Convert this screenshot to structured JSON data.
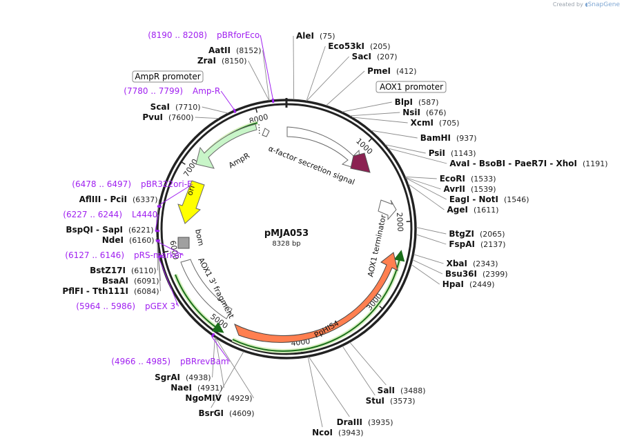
{
  "credit": {
    "prefix": "Created by",
    "brand": "SnapGene"
  },
  "map": {
    "name": "pMJA053",
    "length_label": "8328 bp",
    "total_bp": 8328,
    "tick_labels": [
      "1000",
      "2000",
      "3000",
      "4000",
      "5000",
      "6000",
      "7000",
      "8000"
    ]
  },
  "features": [
    {
      "label": "α-factor secretion signal"
    },
    {
      "label": "AOX1 terminator"
    },
    {
      "label": "PpHIS4"
    },
    {
      "label": "AOX1 3' fragment"
    },
    {
      "label": "bom"
    },
    {
      "label": "ori"
    },
    {
      "label": "AmpR"
    }
  ],
  "feature_boxes": [
    {
      "label": "AOX1 promoter"
    },
    {
      "label": "AmpR promoter"
    }
  ],
  "sites": [
    {
      "name": "AleI",
      "pos": "(75)"
    },
    {
      "name": "Eco53kI",
      "pos": "(205)"
    },
    {
      "name": "SacI",
      "pos": "(207)"
    },
    {
      "name": "PmeI",
      "pos": "(412)"
    },
    {
      "name": "BlpI",
      "pos": "(587)"
    },
    {
      "name": "NsiI",
      "pos": "(676)"
    },
    {
      "name": "XcmI",
      "pos": "(705)"
    },
    {
      "name": "BamHI",
      "pos": "(937)"
    },
    {
      "name": "PsiI",
      "pos": "(1143)"
    },
    {
      "name": "AvaI - BsoBI - PaeR7I - XhoI",
      "pos": "(1191)"
    },
    {
      "name": "EcoRI",
      "pos": "(1533)"
    },
    {
      "name": "AvrII",
      "pos": "(1539)"
    },
    {
      "name": "EagI - NotI",
      "pos": "(1546)"
    },
    {
      "name": "AgeI",
      "pos": "(1611)"
    },
    {
      "name": "BtgZI",
      "pos": "(2065)"
    },
    {
      "name": "FspAI",
      "pos": "(2137)"
    },
    {
      "name": "XbaI",
      "pos": "(2343)"
    },
    {
      "name": "Bsu36I",
      "pos": "(2399)"
    },
    {
      "name": "HpaI",
      "pos": "(2449)"
    },
    {
      "name": "SalI",
      "pos": "(3488)"
    },
    {
      "name": "StuI",
      "pos": "(3573)"
    },
    {
      "name": "DraIII",
      "pos": "(3935)"
    },
    {
      "name": "NcoI",
      "pos": "(3943)"
    },
    {
      "name": "BsrGI",
      "pos": "(4609)"
    },
    {
      "name": "NgoMIV",
      "pos": "(4929)"
    },
    {
      "name": "NaeI",
      "pos": "(4931)"
    },
    {
      "name": "SgrAI",
      "pos": "(4938)"
    },
    {
      "name": "PflFI - Tth111I",
      "pos": "(6084)"
    },
    {
      "name": "BsaAI",
      "pos": "(6091)"
    },
    {
      "name": "BstZ17I",
      "pos": "(6110)"
    },
    {
      "name": "NdeI",
      "pos": "(6160)"
    },
    {
      "name": "BspQI - SapI",
      "pos": "(6221)"
    },
    {
      "name": "AflIII - PciI",
      "pos": "(6337)"
    },
    {
      "name": "PvuI",
      "pos": "(7600)"
    },
    {
      "name": "ScaI",
      "pos": "(7710)"
    },
    {
      "name": "ZraI",
      "pos": "(8150)"
    },
    {
      "name": "AatII",
      "pos": "(8152)"
    }
  ],
  "primers": [
    {
      "range": "(8190 .. 8208)",
      "name": "pBRforEco"
    },
    {
      "range": "(7780 .. 7799)",
      "name": "Amp-R"
    },
    {
      "range": "(6478 .. 6497)",
      "name": "pBR322ori-F"
    },
    {
      "range": "(6227 .. 6244)",
      "name": "L4440"
    },
    {
      "range": "(6127 .. 6146)",
      "name": "pRS-marker"
    },
    {
      "range": "(5964 .. 5986)",
      "name": "pGEX 3'"
    },
    {
      "range": "(4966 .. 4985)",
      "name": "pBRrevBam"
    }
  ],
  "colors": {
    "backbone": "#222222",
    "leader": "#888888",
    "primer": "#a020f0",
    "ampr": "#c8f5c8",
    "ori": "#ffff00",
    "his4": "#ff7f50",
    "secretion": "#8b2252",
    "bom": "#a0a0a0",
    "orf": "#8bc34a"
  }
}
